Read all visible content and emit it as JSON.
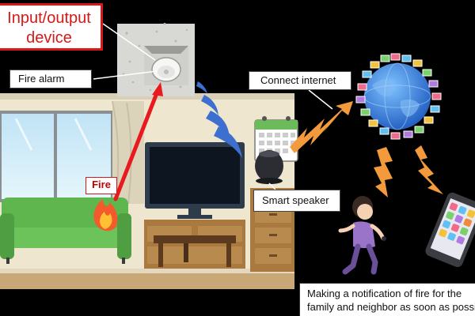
{
  "title": {
    "line1": "Input/output",
    "line2": "device"
  },
  "labels": {
    "fire_alarm": "Fire alarm",
    "fire": "Fire",
    "connect_internet": "Connect internet",
    "smart_speaker": "Smart speaker"
  },
  "notification": {
    "line1": "Making a notification of fire for the",
    "line2": "family and neighbor as soon as possible"
  },
  "colors": {
    "title_red": "#d81818",
    "arrow_red": "#e8191f",
    "lightning_orange": "#f39a3c",
    "wave_blue": "#3c6fd0",
    "sofa_green": "#5fb64f",
    "wall": "#efe6cf",
    "globe_blue": "#2b6fd1"
  },
  "icons": [
    "fire-alarm-icon",
    "flame-icon",
    "television-icon",
    "smart-speaker-icon",
    "calendar-icon",
    "globe-icon",
    "smartphone-icon",
    "running-woman-icon",
    "lightning-arrow-icon",
    "signal-wave-icon",
    "sofa-icon",
    "window-icon"
  ]
}
